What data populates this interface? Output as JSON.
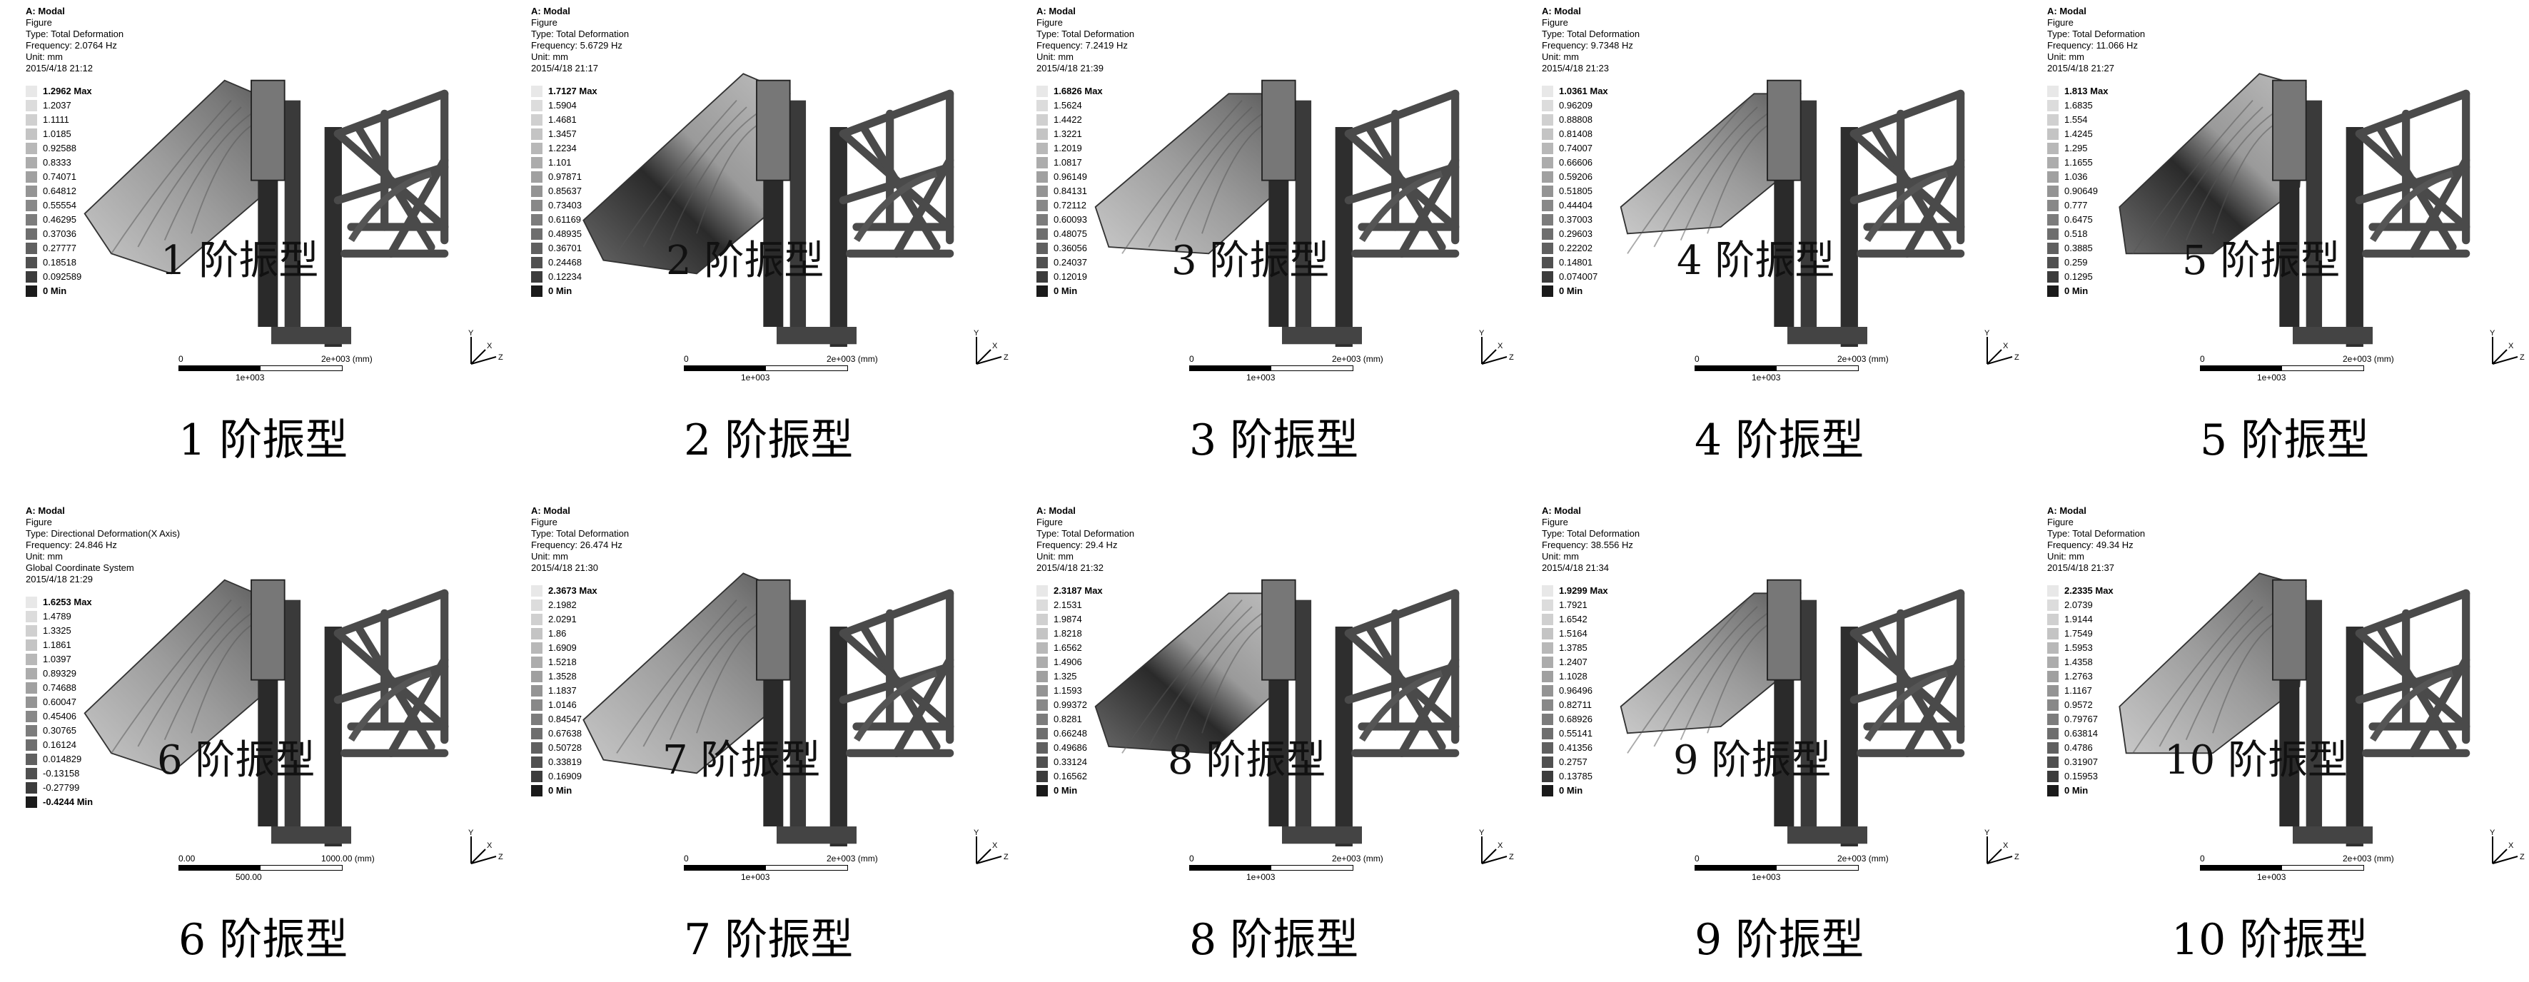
{
  "panels": [
    {
      "header": [
        "A: Modal",
        "Figure",
        "Type: Total Deformation",
        "Frequency: 2.0764 Hz",
        "Unit: mm",
        "2015/4/18 21:12"
      ],
      "legend": [
        "1.2962 Max",
        "1.2037",
        "1.1111",
        "1.0185",
        "0.92588",
        "0.8333",
        "0.74071",
        "0.64812",
        "0.55554",
        "0.46295",
        "0.37036",
        "0.27777",
        "0.18518",
        "0.092589",
        "0 Min"
      ],
      "scale": {
        "zero": "0",
        "far": "2e+003 (mm)",
        "mid": "1e+003"
      },
      "overlay_label": "1 阶振型",
      "caption": "1 阶振型"
    },
    {
      "header": [
        "A: Modal",
        "Figure",
        "Type: Total Deformation",
        "Frequency: 5.6729 Hz",
        "Unit: mm",
        "2015/4/18 21:17"
      ],
      "legend": [
        "1.7127 Max",
        "1.5904",
        "1.4681",
        "1.3457",
        "1.2234",
        "1.101",
        "0.97871",
        "0.85637",
        "0.73403",
        "0.61169",
        "0.48935",
        "0.36701",
        "0.24468",
        "0.12234",
        "0 Min"
      ],
      "scale": {
        "zero": "0",
        "far": "2e+003 (mm)",
        "mid": "1e+003"
      },
      "overlay_label": "2 阶振型",
      "caption": "2 阶振型"
    },
    {
      "header": [
        "A: Modal",
        "Figure",
        "Type: Total Deformation",
        "Frequency: 7.2419 Hz",
        "Unit: mm",
        "2015/4/18 21:39"
      ],
      "legend": [
        "1.6826 Max",
        "1.5624",
        "1.4422",
        "1.3221",
        "1.2019",
        "1.0817",
        "0.96149",
        "0.84131",
        "0.72112",
        "0.60093",
        "0.48075",
        "0.36056",
        "0.24037",
        "0.12019",
        "0 Min"
      ],
      "scale": {
        "zero": "0",
        "far": "2e+003 (mm)",
        "mid": "1e+003"
      },
      "overlay_label": "3 阶振型",
      "caption": "3 阶振型"
    },
    {
      "header": [
        "A: Modal",
        "Figure",
        "Type: Total Deformation",
        "Frequency: 9.7348 Hz",
        "Unit: mm",
        "2015/4/18 21:23"
      ],
      "legend": [
        "1.0361 Max",
        "0.96209",
        "0.88808",
        "0.81408",
        "0.74007",
        "0.66606",
        "0.59206",
        "0.51805",
        "0.44404",
        "0.37003",
        "0.29603",
        "0.22202",
        "0.14801",
        "0.074007",
        "0 Min"
      ],
      "scale": {
        "zero": "0",
        "far": "2e+003 (mm)",
        "mid": "1e+003"
      },
      "overlay_label": "4 阶振型",
      "caption": "4 阶振型"
    },
    {
      "header": [
        "A: Modal",
        "Figure",
        "Type: Total Deformation",
        "Frequency: 11.066 Hz",
        "Unit: mm",
        "2015/4/18 21:27"
      ],
      "legend": [
        "1.813 Max",
        "1.6835",
        "1.554",
        "1.4245",
        "1.295",
        "1.1655",
        "1.036",
        "0.90649",
        "0.777",
        "0.6475",
        "0.518",
        "0.3885",
        "0.259",
        "0.1295",
        "0 Min"
      ],
      "scale": {
        "zero": "0",
        "far": "2e+003 (mm)",
        "mid": "1e+003"
      },
      "overlay_label": "5 阶振型",
      "caption": "5 阶振型"
    },
    {
      "header": [
        "A: Modal",
        "Figure",
        "Type: Directional Deformation(X Axis)",
        "Frequency: 24.846 Hz",
        "Unit: mm",
        "Global Coordinate System",
        "2015/4/18 21:29"
      ],
      "legend": [
        "1.6253 Max",
        "1.4789",
        "1.3325",
        "1.1861",
        "1.0397",
        "0.89329",
        "0.74688",
        "0.60047",
        "0.45406",
        "0.30765",
        "0.16124",
        "0.014829",
        "-0.13158",
        "-0.27799",
        "-0.4244 Min"
      ],
      "scale": {
        "zero": "0.00",
        "far": "1000.00 (mm)",
        "mid": "500.00"
      },
      "overlay_label": "6 阶振型",
      "caption": "6 阶振型"
    },
    {
      "header": [
        "A: Modal",
        "Figure",
        "Type: Total Deformation",
        "Frequency: 26.474 Hz",
        "Unit: mm",
        "2015/4/18 21:30"
      ],
      "legend": [
        "2.3673 Max",
        "2.1982",
        "2.0291",
        "1.86",
        "1.6909",
        "1.5218",
        "1.3528",
        "1.1837",
        "1.0146",
        "0.84547",
        "0.67638",
        "0.50728",
        "0.33819",
        "0.16909",
        "0 Min"
      ],
      "scale": {
        "zero": "0",
        "far": "2e+003 (mm)",
        "mid": "1e+003"
      },
      "overlay_label": "7 阶振型",
      "caption": "7 阶振型"
    },
    {
      "header": [
        "A: Modal",
        "Figure",
        "Type: Total Deformation",
        "Frequency: 29.4 Hz",
        "Unit: mm",
        "2015/4/18 21:32"
      ],
      "legend": [
        "2.3187 Max",
        "2.1531",
        "1.9874",
        "1.8218",
        "1.6562",
        "1.4906",
        "1.325",
        "1.1593",
        "0.99372",
        "0.8281",
        "0.66248",
        "0.49686",
        "0.33124",
        "0.16562",
        "0 Min"
      ],
      "scale": {
        "zero": "0",
        "far": "2e+003 (mm)",
        "mid": "1e+003"
      },
      "overlay_label": "8 阶振型",
      "caption": "8 阶振型"
    },
    {
      "header": [
        "A: Modal",
        "Figure",
        "Type: Total Deformation",
        "Frequency: 38.556 Hz",
        "Unit: mm",
        "2015/4/18 21:34"
      ],
      "legend": [
        "1.9299 Max",
        "1.7921",
        "1.6542",
        "1.5164",
        "1.3785",
        "1.2407",
        "1.1028",
        "0.96496",
        "0.82711",
        "0.68926",
        "0.55141",
        "0.41356",
        "0.2757",
        "0.13785",
        "0 Min"
      ],
      "scale": {
        "zero": "0",
        "far": "2e+003 (mm)",
        "mid": "1e+003"
      },
      "overlay_label": "9 阶振型",
      "caption": "9 阶振型"
    },
    {
      "header": [
        "A: Modal",
        "Figure",
        "Type: Total Deformation",
        "Frequency: 49.34 Hz",
        "Unit: mm",
        "2015/4/18 21:37"
      ],
      "legend": [
        "2.2335 Max",
        "2.0739",
        "1.9144",
        "1.7549",
        "1.5953",
        "1.4358",
        "1.2763",
        "1.1167",
        "0.9572",
        "0.79767",
        "0.63814",
        "0.4786",
        "0.31907",
        "0.15953",
        "0 Min"
      ],
      "scale": {
        "zero": "0",
        "far": "2e+003 (mm)",
        "mid": "1e+003"
      },
      "overlay_label": "10 阶振型",
      "caption": "10 阶振型"
    }
  ],
  "triad_labels": {
    "y": "Y",
    "x": "X",
    "z": "Z"
  }
}
